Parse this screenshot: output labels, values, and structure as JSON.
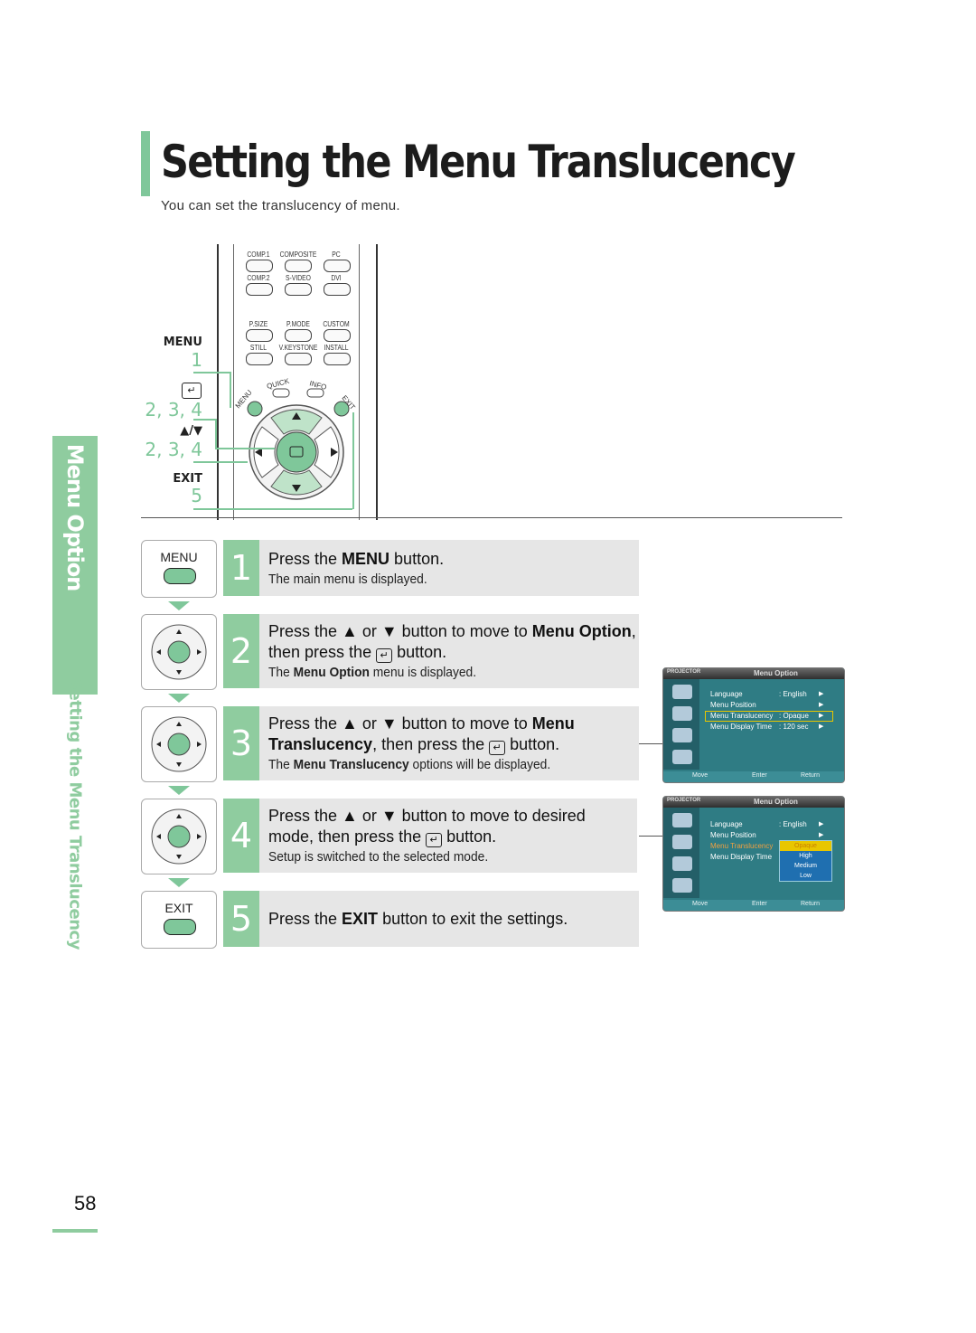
{
  "page": {
    "title": "Setting the Menu Translucency",
    "subtitle": "You can set the translucency of menu.",
    "side_tab": "Menu Option",
    "side_section": "Setting the Menu Translucency",
    "page_number": "58"
  },
  "remote": {
    "row1": [
      "COMP.1",
      "COMPOSITE",
      "PC"
    ],
    "row2": [
      "COMP.2",
      "S-VIDEO",
      "DVI"
    ],
    "row3": [
      "P.SIZE",
      "P.MODE",
      "CUSTOM"
    ],
    "row4": [
      "STILL",
      "V.KEYSTONE",
      "INSTALL"
    ],
    "quick": "QUICK",
    "info": "INFO",
    "menu_tag": "MENU",
    "exit_tag": "EXIT"
  },
  "callouts": {
    "menu_label": "MENU",
    "menu_step": "1",
    "enter_step": "2, 3, 4",
    "updown_label": "▲/▼",
    "updown_step": "2, 3, 4",
    "exit_label": "EXIT",
    "exit_step": "5"
  },
  "steps": [
    {
      "num": "1",
      "icon_label": "MENU",
      "line1_pre": "Press the ",
      "line1_bold": "MENU",
      "line1_post": " button.",
      "sub": "The main menu is displayed."
    },
    {
      "num": "2",
      "line1_pre": "Press the ▲ or ▼ button to move to ",
      "line1_bold": "Menu Option",
      "line1_post": ",",
      "line2_pre": "then press the ",
      "line2_post": " button.",
      "sub_pre": "The ",
      "sub_bold": "Menu Option",
      "sub_post": " menu is displayed."
    },
    {
      "num": "3",
      "line1_pre": "Press the ▲ or ▼ button to move to ",
      "line1_bold": "Menu",
      "line2_bold": "Translucency",
      "line2_pre": ", then press the ",
      "line2_post": " button.",
      "sub_pre": "The ",
      "sub_bold": "Menu Translucency",
      "sub_post": " options will be displayed."
    },
    {
      "num": "4",
      "line1": "Press the ▲ or ▼ button to move to desired",
      "line2_pre": "mode, then press the ",
      "line2_post": " button.",
      "sub": "Setup is switched to the selected mode."
    },
    {
      "num": "5",
      "icon_label": "EXIT",
      "line1_pre": "Press the ",
      "line1_bold": "EXIT",
      "line1_post": " button to exit the settings."
    }
  ],
  "screen1": {
    "brand": "PROJECTOR",
    "title": "Menu Option",
    "rows": [
      {
        "label": "Language",
        "value": ": English",
        "arrow": "▶"
      },
      {
        "label": "Menu Position",
        "value": "",
        "arrow": "▶"
      },
      {
        "label": "Menu Translucency",
        "value": ": Opaque",
        "arrow": "▶"
      },
      {
        "label": "Menu Display Time",
        "value": ": 120 sec",
        "arrow": "▶"
      }
    ],
    "footer": [
      "Move",
      "Enter",
      "Return"
    ]
  },
  "screen2": {
    "brand": "PROJECTOR",
    "title": "Menu Option",
    "rows": [
      {
        "label": "Language",
        "value": ": English",
        "arrow": "▶"
      },
      {
        "label": "Menu Position",
        "value": "",
        "arrow": "▶"
      },
      {
        "label": "Menu Translucency",
        "value": "",
        "arrow": ""
      },
      {
        "label": "Menu Display Time",
        "value": "",
        "arrow": ""
      }
    ],
    "options": [
      "Opaque",
      "High",
      "Medium",
      "Low"
    ],
    "footer": [
      "Move",
      "Enter",
      "Return"
    ]
  }
}
